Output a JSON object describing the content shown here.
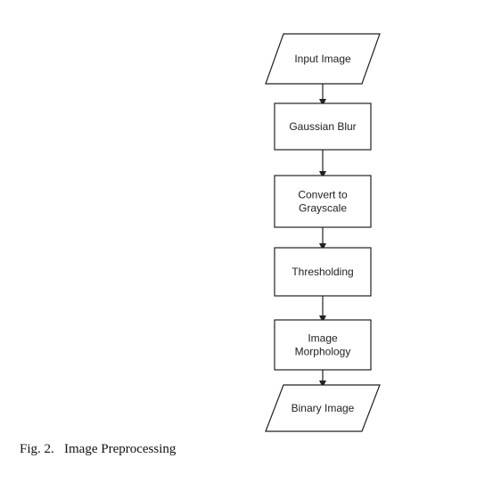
{
  "caption": "Fig. 2.   Image Preprocessing",
  "nodes": [
    {
      "id": "input-image",
      "shape": "parallelogram",
      "lines": [
        "Input Image"
      ]
    },
    {
      "id": "gaussian-blur",
      "shape": "rectangle",
      "lines": [
        "Gaussian Blur"
      ]
    },
    {
      "id": "convert-to-grayscale",
      "shape": "rectangle",
      "lines": [
        "Convert to",
        "Grayscale"
      ]
    },
    {
      "id": "thresholding",
      "shape": "rectangle",
      "lines": [
        "Thresholding"
      ]
    },
    {
      "id": "image-morphology",
      "shape": "rectangle",
      "lines": [
        "Image",
        "Morphology"
      ]
    },
    {
      "id": "binary-image",
      "shape": "parallelogram",
      "lines": [
        "Binary Image"
      ]
    }
  ],
  "edges": [
    {
      "from": "input-image",
      "to": "gaussian-blur"
    },
    {
      "from": "gaussian-blur",
      "to": "convert-to-grayscale"
    },
    {
      "from": "convert-to-grayscale",
      "to": "thresholding"
    },
    {
      "from": "thresholding",
      "to": "image-morphology"
    },
    {
      "from": "image-morphology",
      "to": "binary-image"
    }
  ],
  "colors": {
    "stroke": "#222222",
    "fill": "#ffffff"
  }
}
